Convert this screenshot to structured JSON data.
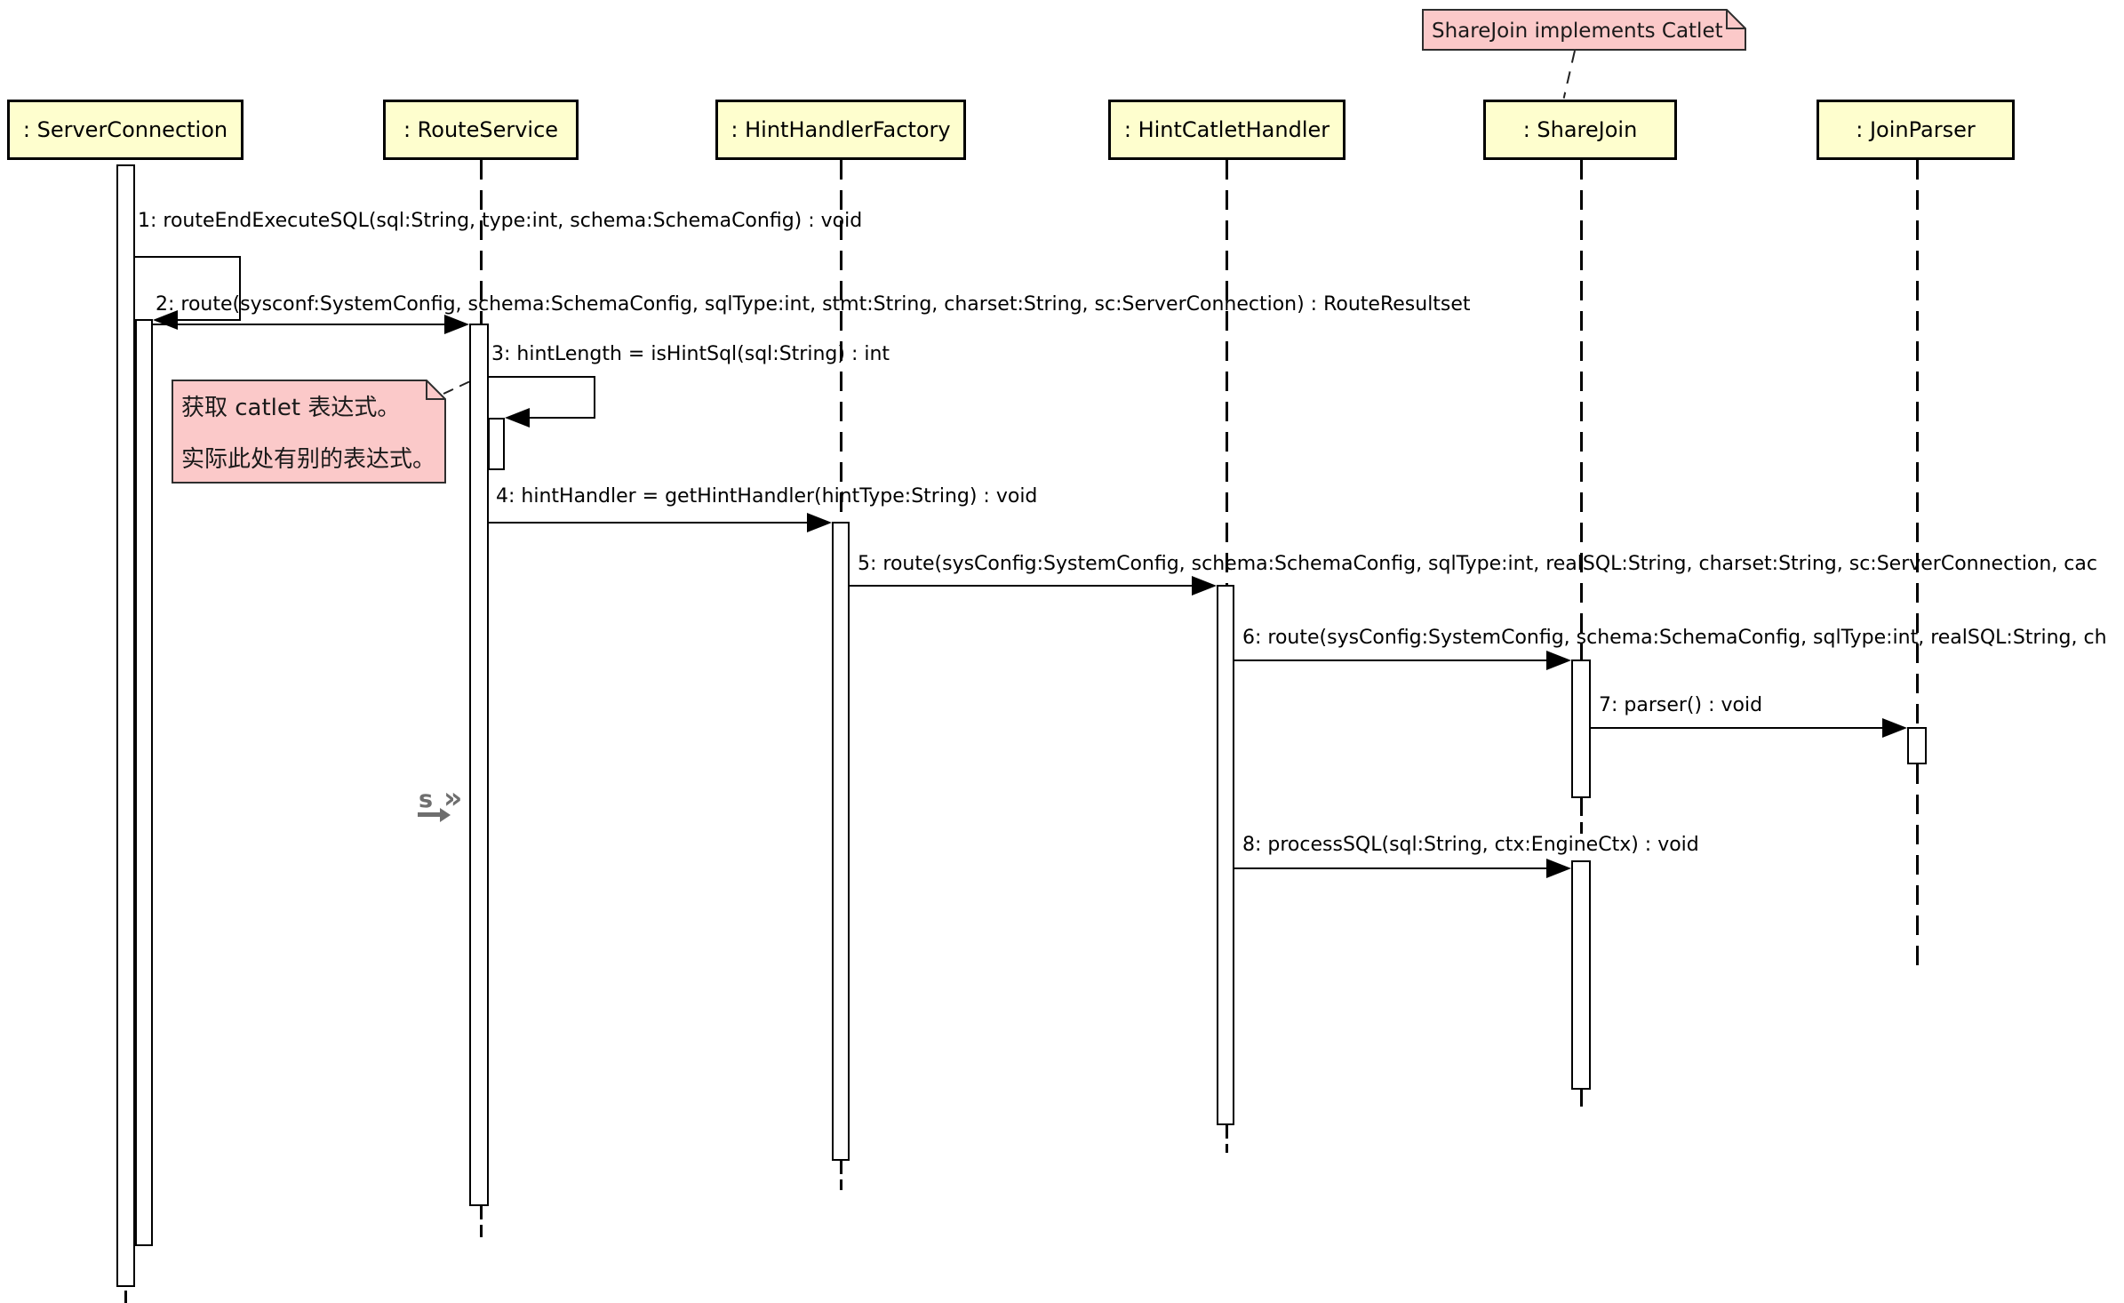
{
  "meta": {
    "diagram_type": "uml-sequence-diagram"
  },
  "colors": {
    "participant_fill": "#FEFECE",
    "note_fill": "#FBC9C9",
    "line": "#000000",
    "cursor_gray": "#6E6E6E"
  },
  "participants": [
    {
      "label": ": ServerConnection"
    },
    {
      "label": ": RouteService"
    },
    {
      "label": ": HintHandlerFactory"
    },
    {
      "label": ": HintCatletHandler"
    },
    {
      "label": ": ShareJoin"
    },
    {
      "label": ": JoinParser"
    }
  ],
  "notes": {
    "top": {
      "text": "ShareJoin implements Catlet"
    },
    "left": {
      "line1": "获取 catlet 表达式。",
      "line2": "实际此处有别的表达式。"
    }
  },
  "messages": [
    {
      "label": "1: routeEndExecuteSQL(sql:String, type:int, schema:SchemaConfig) : void"
    },
    {
      "label": "2: route(sysconf:SystemConfig, schema:SchemaConfig, sqlType:int, stmt:String, charset:String, sc:ServerConnection) : RouteResultset"
    },
    {
      "label": "3: hintLength = isHintSql(sql:String) : int"
    },
    {
      "label": "4: hintHandler = getHintHandler(hintType:String) : void"
    },
    {
      "label": "5: route(sysConfig:SystemConfig, schema:SchemaConfig, sqlType:int, realSQL:String, charset:String, sc:ServerConnection, cac"
    },
    {
      "label": "6: route(sysConfig:SystemConfig, schema:SchemaConfig, sqlType:int, realSQL:String, ch"
    },
    {
      "label": "7: parser() : void"
    },
    {
      "label": "8: processSQL(sql:String, ctx:EngineCtx) : void"
    }
  ],
  "cursor": {
    "letter": "s",
    "chevrons": "»"
  }
}
